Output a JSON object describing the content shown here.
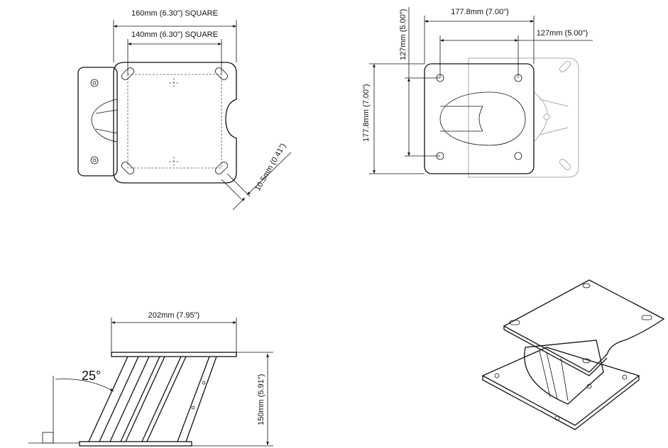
{
  "top_view": {
    "outer_square": "160mm (6.30\") SQUARE",
    "hole_square": "140mm (6.30\") SQUARE",
    "hole_size": "10.5mm (0.41\")"
  },
  "base_view": {
    "width": "177.8mm (7.00\")",
    "hole_spacing_x": "127mm (5.00\")",
    "hole_spacing_y": "127mm (5.00\")",
    "height": "177.8mm (7.00\")"
  },
  "side_view": {
    "plate_length": "202mm (7.95\")",
    "angle": "25°",
    "height": "150mm (5.91\")"
  }
}
